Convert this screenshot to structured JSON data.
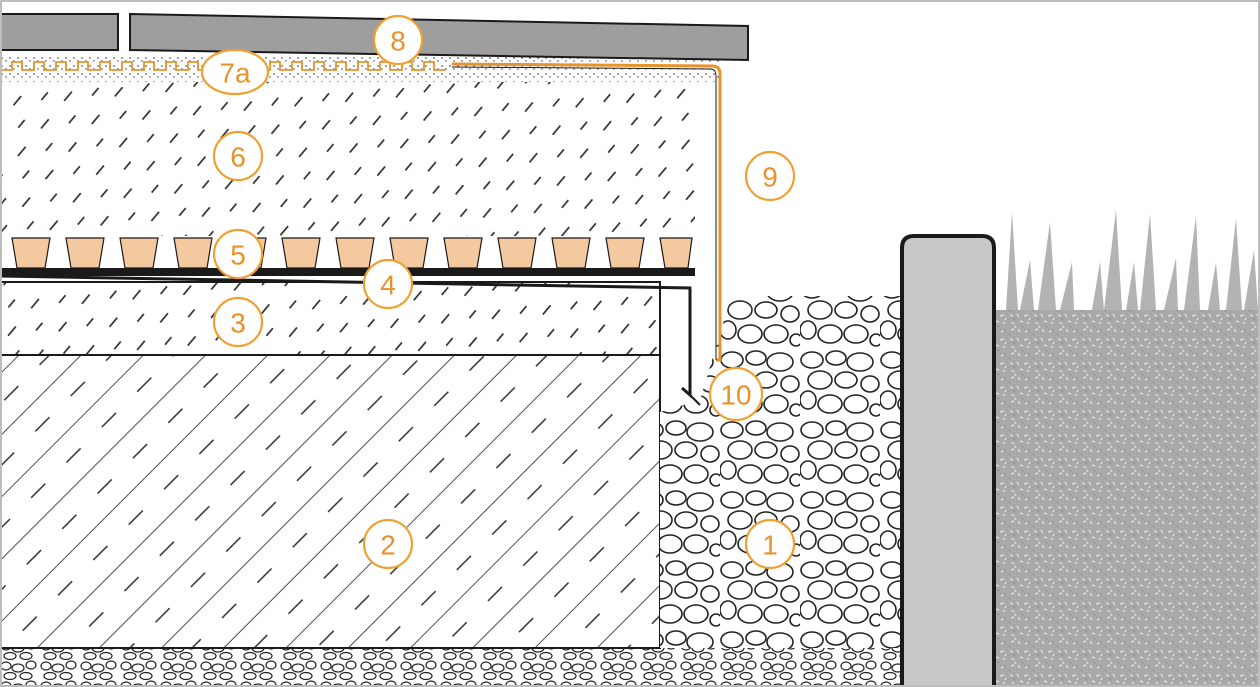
{
  "diagram": {
    "description_labels": {
      "l1": "1",
      "l2": "2",
      "l3": "3",
      "l4": "4",
      "l5": "5",
      "l6": "6",
      "l7a": "7a",
      "l8": "8",
      "l9": "9",
      "l10": "10"
    },
    "colors": {
      "accent": "#e8922a",
      "tile": "#9e9e9e",
      "drain_mat": "#f5c9a0",
      "gravel_fill": "#a8a8a8",
      "curb": "#c8c8c8",
      "outline": "#1a1a1a"
    }
  }
}
